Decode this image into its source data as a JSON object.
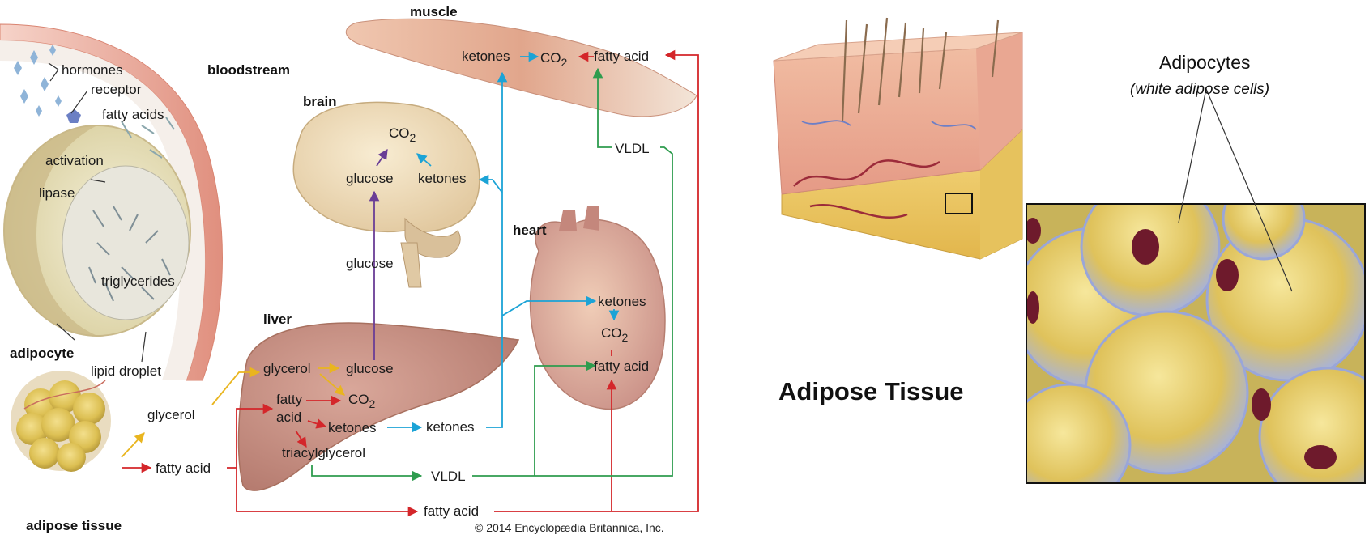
{
  "left_diagram": {
    "labels": {
      "muscle": "muscle",
      "bloodstream": "bloodstream",
      "hormones": "hormones",
      "receptor": "receptor",
      "fatty_acids": "fatty acids",
      "activation": "activation",
      "lipase": "lipase",
      "triglycerides": "triglycerides",
      "adipocyte": "adipocyte",
      "lipid_droplet": "lipid droplet",
      "brain": "brain",
      "heart": "heart",
      "liver": "liver",
      "adipose_tissue": "adipose tissue",
      "glycerol_out": "glycerol",
      "fatty_acid_out": "fatty acid",
      "muscle_ketones": "ketones",
      "muscle_co2": "CO",
      "muscle_fatty_acid": "fatty acid",
      "brain_co2": "CO",
      "brain_glucose": "glucose",
      "brain_ketones": "ketones",
      "glucose_path": "glucose",
      "vldl_top": "VLDL",
      "heart_ketones": "ketones",
      "heart_co2": "CO",
      "heart_fatty_acid": "fatty acid",
      "liver_glycerol": "glycerol",
      "liver_glucose": "glucose",
      "liver_fatty": "fatty",
      "liver_acid": "acid",
      "liver_co2": "CO",
      "liver_ketones": "ketones",
      "liver_triacylglycerol": "triacylglycerol",
      "ketones_out": "ketones",
      "vldl_bottom": "VLDL",
      "fatty_acid_bottom": "fatty acid",
      "subscript_2": "2",
      "copyright": "© 2014 Encyclopædia Britannica, Inc."
    },
    "colors": {
      "fatty_acid_arrow": "#d4262a",
      "ketone_arrow": "#1ba3d6",
      "vldl_arrow": "#2e9c4e",
      "glycerol_arrow": "#e9b51f",
      "glucose_arrow": "#6a3d96"
    }
  },
  "right_diagram": {
    "title": "Adipose Tissue",
    "callout_title": "Adipocytes",
    "callout_subtitle": "(white adipose cells)"
  }
}
